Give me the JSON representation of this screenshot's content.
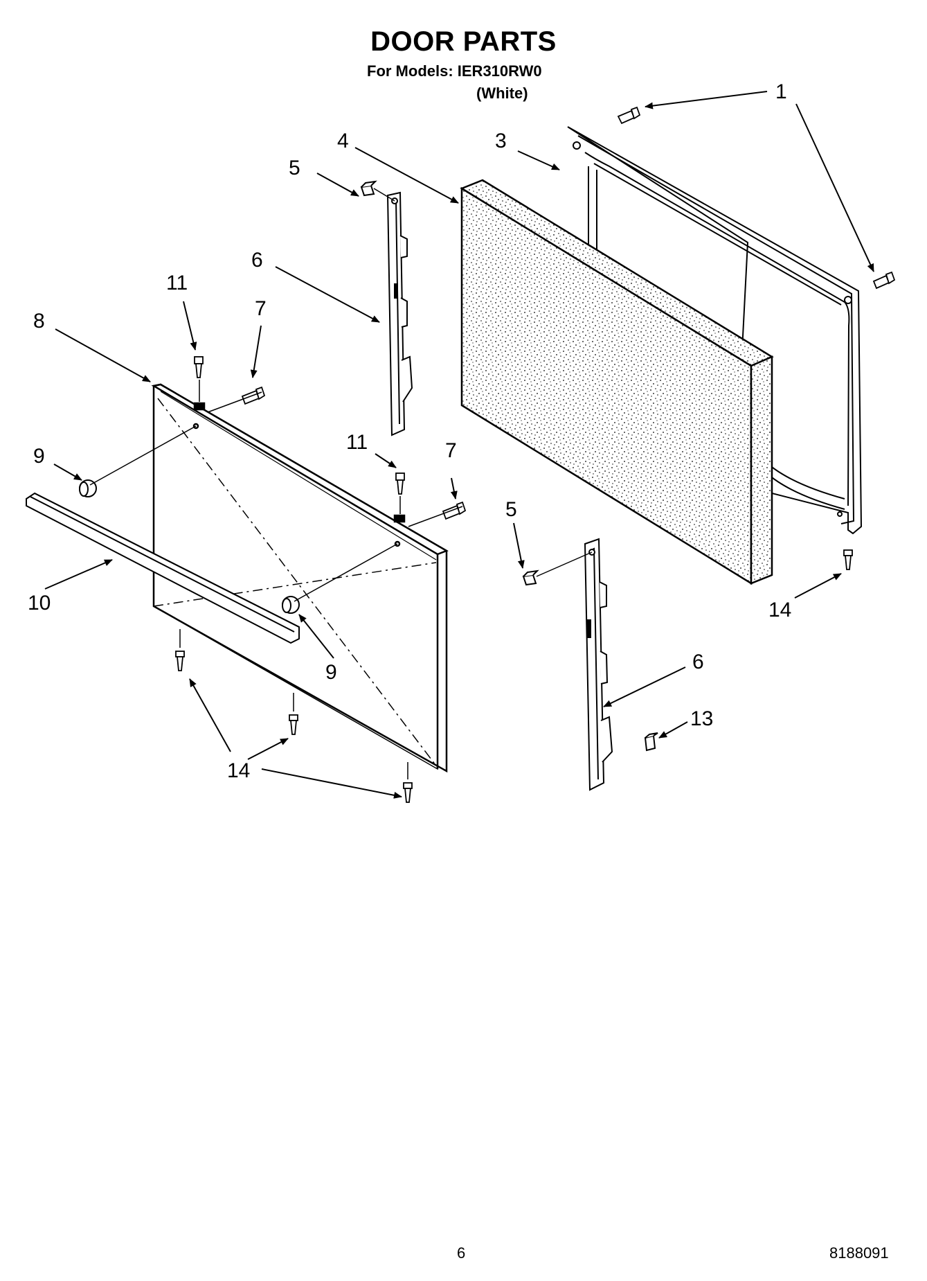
{
  "header": {
    "title": "DOOR PARTS",
    "models_line": "For Models: IER310RW0",
    "color_line": "(White)"
  },
  "footer": {
    "page_number": "6",
    "document_number": "8188091"
  },
  "callouts": [
    {
      "id": "c1",
      "label": "1"
    },
    {
      "id": "c3",
      "label": "3"
    },
    {
      "id": "c4",
      "label": "4"
    },
    {
      "id": "c5a",
      "label": "5"
    },
    {
      "id": "c5b",
      "label": "5"
    },
    {
      "id": "c6a",
      "label": "6"
    },
    {
      "id": "c6b",
      "label": "6"
    },
    {
      "id": "c7a",
      "label": "7"
    },
    {
      "id": "c7b",
      "label": "7"
    },
    {
      "id": "c8",
      "label": "8"
    },
    {
      "id": "c9a",
      "label": "9"
    },
    {
      "id": "c9b",
      "label": "9"
    },
    {
      "id": "c10",
      "label": "10"
    },
    {
      "id": "c11a",
      "label": "11"
    },
    {
      "id": "c11b",
      "label": "11"
    },
    {
      "id": "c13",
      "label": "13"
    },
    {
      "id": "c14a",
      "label": "14"
    },
    {
      "id": "c14b",
      "label": "14"
    }
  ]
}
